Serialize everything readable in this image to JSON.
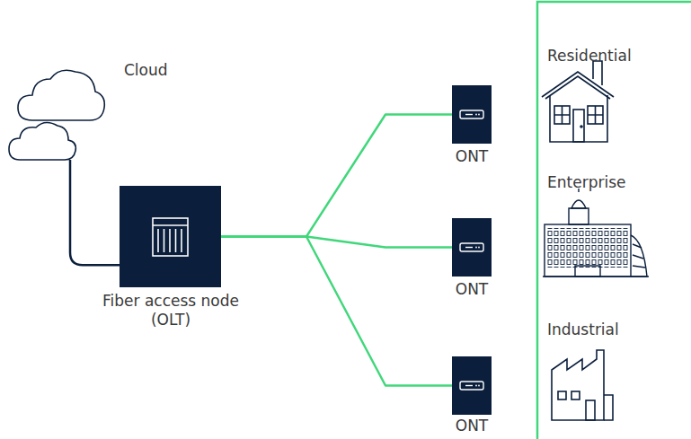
{
  "diagram": {
    "nodes": [
      {
        "text": [
          "Cloud"
        ]
      },
      {
        "text": [
          "Fiber access node (OLT)"
        ]
      },
      {
        "text": [
          "ONT"
        ]
      },
      {
        "text": [
          "ONT"
        ]
      },
      {
        "text": [
          "ONT"
        ]
      }
    ],
    "edges": [
      {
        "from": 0,
        "to": 1,
        "arrow": "none"
      },
      {
        "from": 1,
        "to": 2,
        "arrow": "none"
      },
      {
        "from": 1,
        "to": 3,
        "arrow": "none"
      },
      {
        "from": 1,
        "to": 4,
        "arrow": "none"
      }
    ],
    "labels": [
      "Residential",
      "Enterprise",
      "Industrial"
    ]
  }
}
